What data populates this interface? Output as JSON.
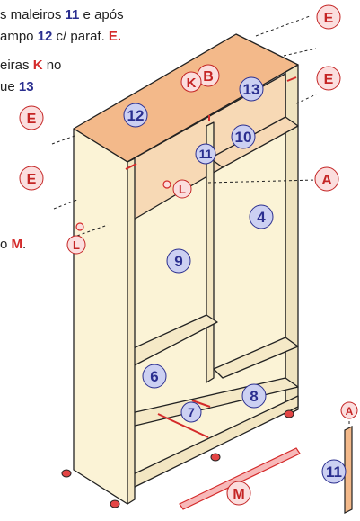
{
  "instructions": {
    "line1": {
      "prefix": "s maleiros ",
      "n1": "11",
      "mid": " e após"
    },
    "line2": {
      "prefix": "ampo ",
      "n1": "12",
      "mid": " c/ paraf. ",
      "letter": "E."
    },
    "line3": {
      "prefix": "eiras ",
      "letter": "K",
      "suffix": " no"
    },
    "line4": {
      "prefix": "ue ",
      "n1": "13"
    },
    "line5": {
      "prefix": "o ",
      "letter": "M",
      "suffix": "."
    }
  },
  "part_labels": {
    "p4": "4",
    "p6": "6",
    "p7": "7",
    "p8": "8",
    "p9": "9",
    "p10": "10",
    "p11_inside": "11",
    "p11_loose": "11",
    "p12": "12",
    "p13": "13"
  },
  "hardware_labels": {
    "e_top_right": "E",
    "e_right": "E",
    "e_left_top": "E",
    "e_left_bottom": "E",
    "a_right": "A",
    "a_small": "A",
    "b": "B",
    "k": "K",
    "l_inside": "L",
    "l_left": "L",
    "m": "M"
  },
  "colors": {
    "wood": "#fbf3d6",
    "wood_top": "#f3b98a",
    "wood_inside": "#f7d9b5",
    "outline": "#222222",
    "accent_red": "#d42a2a",
    "badge_blue_fill": "#ccd0f2",
    "badge_blue_text": "#2a2e8f",
    "badge_red_fill": "#fbdede",
    "badge_red_text": "#c42424",
    "rod_pink": "#f7b9b9"
  }
}
